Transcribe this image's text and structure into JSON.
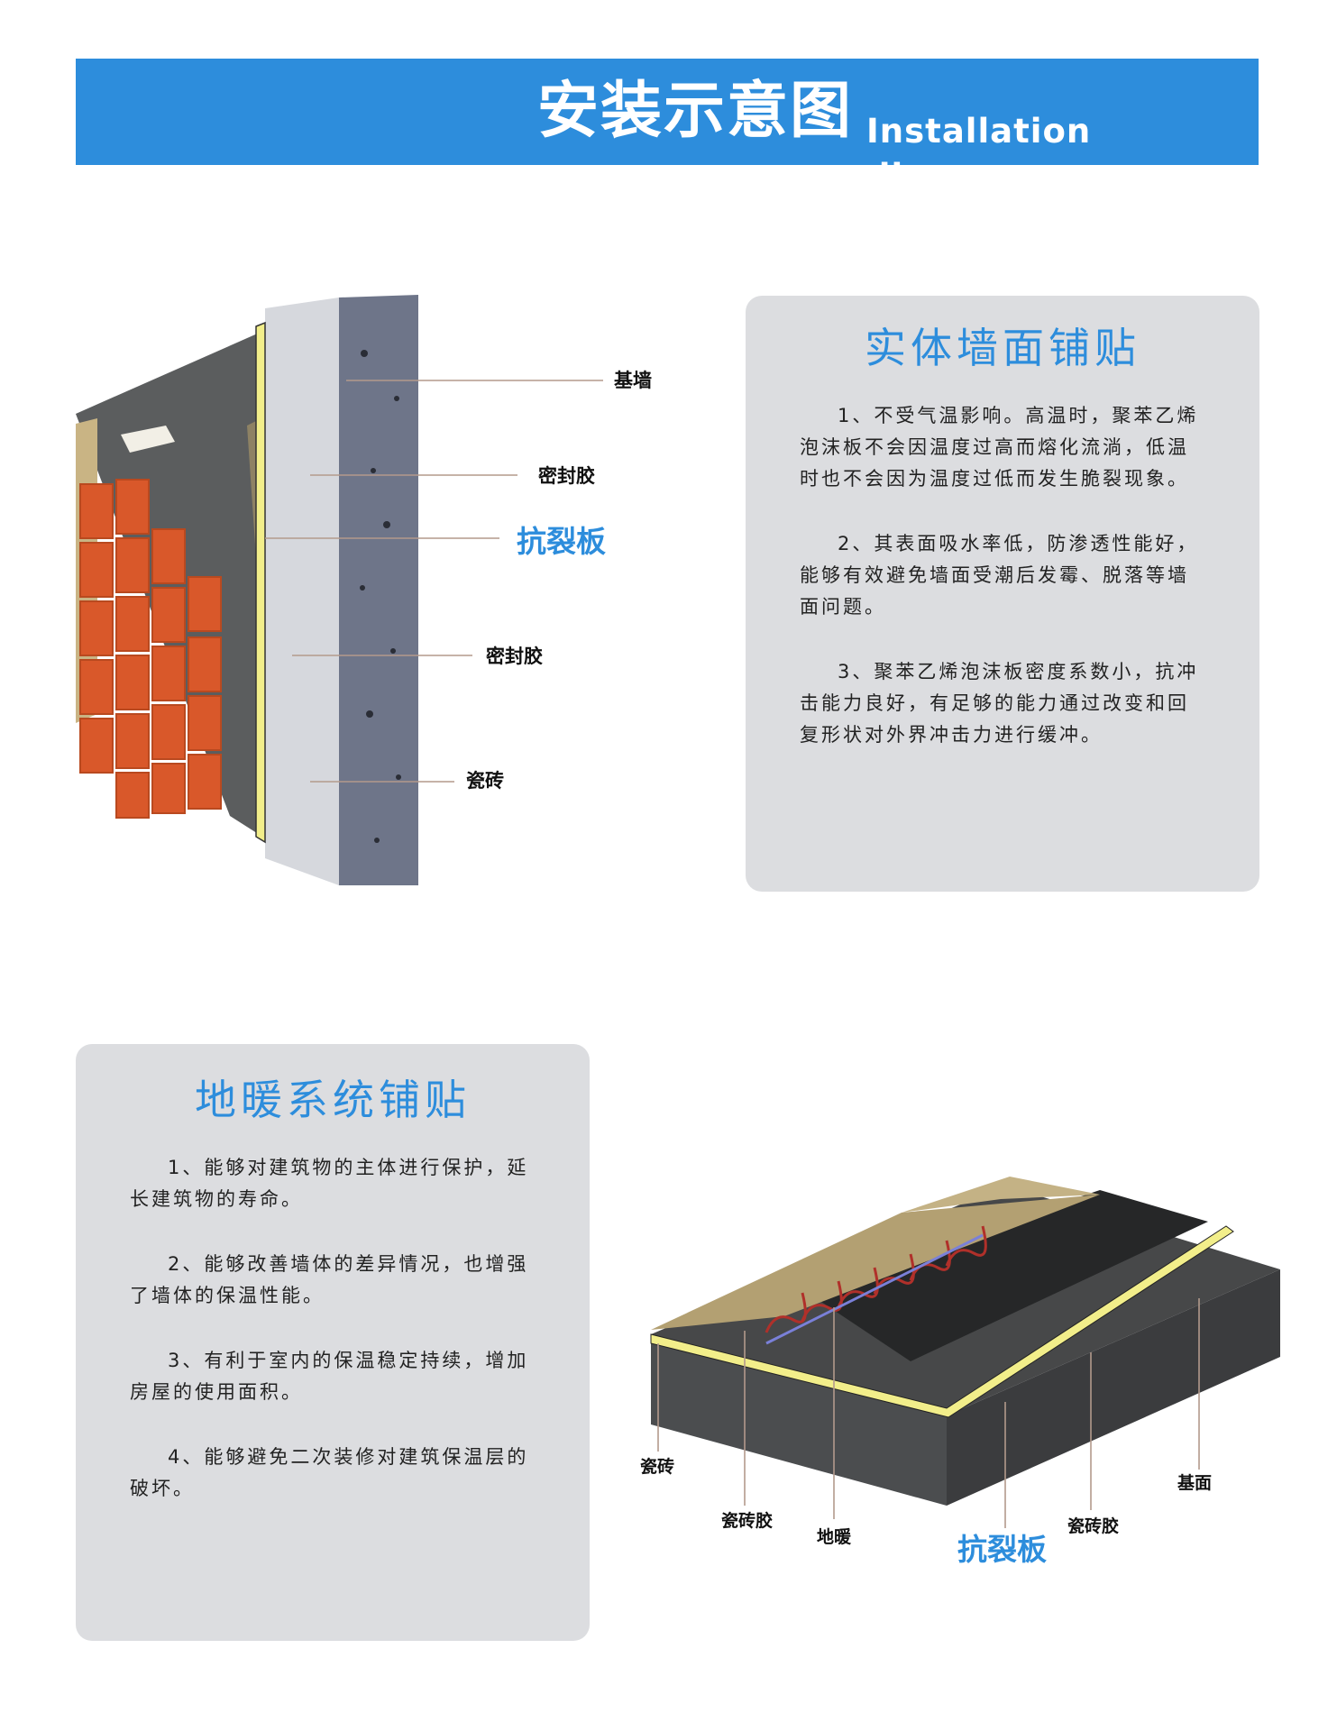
{
  "header": {
    "title_cn": "安装示意图",
    "title_en": "Installation diagram",
    "banner_color": "#2d8ddc"
  },
  "wall_section": {
    "title": "实体墙面铺贴",
    "points": [
      "1、不受气温影响。高温时，聚苯乙烯泡沫板不会因温度过高而熔化流淌，低温时也不会因为温度过低而发生脆裂现象。",
      "2、其表面吸水率低，防渗透性能好，能够有效避免墙面受潮后发霉、脱落等墙面问题。",
      "3、聚苯乙烯泡沫板密度系数小，抗冲击能力良好，有足够的能力通过改变和回复形状对外界冲击力进行缓冲。"
    ],
    "diagram_labels": {
      "base_wall": "基墙",
      "sealant_1": "密封胶",
      "crack_board": "抗裂板",
      "sealant_2": "密封胶",
      "tile": "瓷砖"
    }
  },
  "floor_section": {
    "title": "地暖系统铺贴",
    "points": [
      "1、能够对建筑物的主体进行保护，延长建筑物的寿命。",
      "2、能够改善墙体的差异情况，也增强了墙体的保温性能。",
      "3、有利于室内的保温稳定持续，增加房屋的使用面积。",
      "4、能够避免二次装修对建筑保温层的破坏。"
    ],
    "diagram_labels": {
      "tile": "瓷砖",
      "tile_adhesive_1": "瓷砖胶",
      "floor_heating": "地暖",
      "crack_board": "抗裂板",
      "tile_adhesive_2": "瓷砖胶",
      "base": "基面"
    }
  },
  "colors": {
    "accent": "#2d8ddc",
    "card_bg": "#dcdde0",
    "tile": "#d9582a",
    "board": "#f2ee8a",
    "concrete": "#6e7589"
  }
}
